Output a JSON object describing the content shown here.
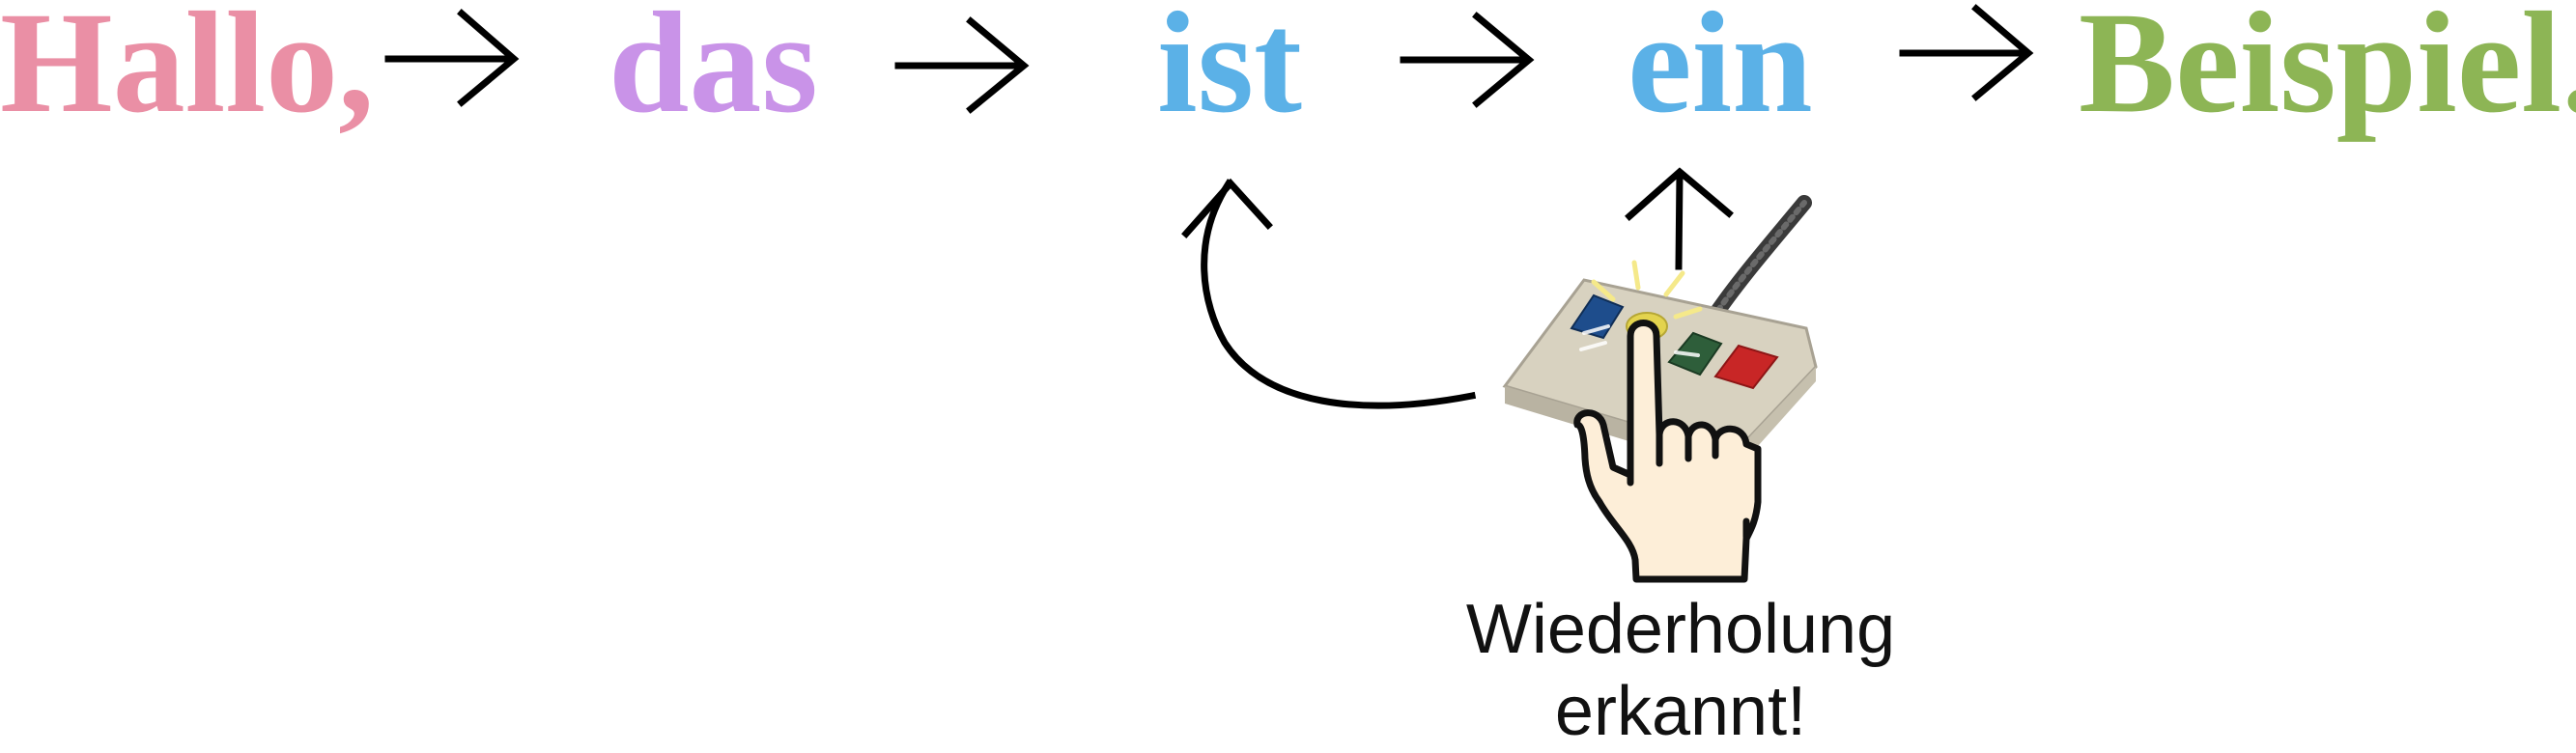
{
  "sentence": {
    "words": [
      {
        "text": "Hallo,",
        "color": "#ea8fa5"
      },
      {
        "text": "das",
        "color": "#c993e8"
      },
      {
        "text": "ist",
        "color": "#5bb1e7"
      },
      {
        "text": "ein",
        "color": "#5bb1e7"
      },
      {
        "text": "Beispiel.",
        "color": "#8db555"
      }
    ],
    "arrow_color": "#000000"
  },
  "repeat_detector": {
    "icon": "hand-pressing-button-icon",
    "device_icon": "button-box-icon",
    "button_colors": [
      "#1e4d8c",
      "#e3d34e",
      "#2e5e3a",
      "#c82626"
    ],
    "caption_line1": "Wiederholung",
    "caption_line2": "erkannt!"
  }
}
